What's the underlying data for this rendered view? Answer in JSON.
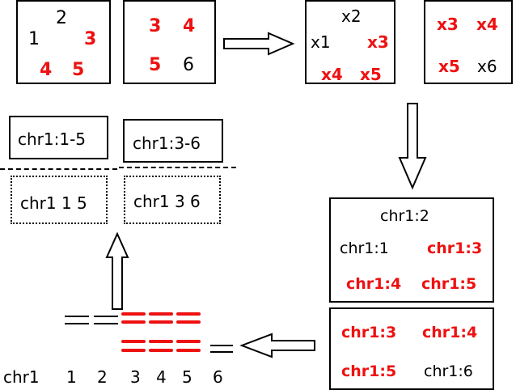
{
  "box_a": {
    "items": [
      {
        "text": "2",
        "red": false
      },
      {
        "text": "1",
        "red": false
      },
      {
        "text": "3",
        "red": true
      },
      {
        "text": "4",
        "red": true
      },
      {
        "text": "5",
        "red": true
      }
    ]
  },
  "box_b": {
    "items": [
      {
        "text": "3",
        "red": true
      },
      {
        "text": "4",
        "red": true
      },
      {
        "text": "5",
        "red": true
      },
      {
        "text": "6",
        "red": false
      }
    ]
  },
  "box_c": {
    "items": [
      {
        "text": "x2",
        "red": false
      },
      {
        "text": "x1",
        "red": false
      },
      {
        "text": "x3",
        "red": true
      },
      {
        "text": "x4",
        "red": true
      },
      {
        "text": "x5",
        "red": true
      }
    ]
  },
  "box_d": {
    "items": [
      {
        "text": "x3",
        "red": true
      },
      {
        "text": "x4",
        "red": true
      },
      {
        "text": "x5",
        "red": true
      },
      {
        "text": "x6",
        "red": false
      }
    ]
  },
  "box_e": {
    "items": [
      {
        "text": "chr1:2",
        "red": false
      },
      {
        "text": "chr1:1",
        "red": false
      },
      {
        "text": "chr1:3",
        "red": true
      },
      {
        "text": "chr1:4",
        "red": true
      },
      {
        "text": "chr1:5",
        "red": true
      }
    ]
  },
  "box_f": {
    "items": [
      {
        "text": "chr1:3",
        "red": true
      },
      {
        "text": "chr1:4",
        "red": true
      },
      {
        "text": "chr1:5",
        "red": true
      },
      {
        "text": "chr1:6",
        "red": false
      }
    ]
  },
  "regions": [
    "chr1:1-5",
    "chr1:3-6"
  ],
  "bed_rows": [
    "chr1 1 5",
    "chr1 3 6"
  ],
  "coverage": {
    "axis_labels": [
      "chr1",
      "1",
      "2",
      "3",
      "4",
      "5",
      "6"
    ],
    "depth": [
      1,
      1,
      2,
      2,
      2,
      1
    ]
  },
  "colors": {
    "highlight": "#ee1111",
    "ink": "#000000"
  }
}
